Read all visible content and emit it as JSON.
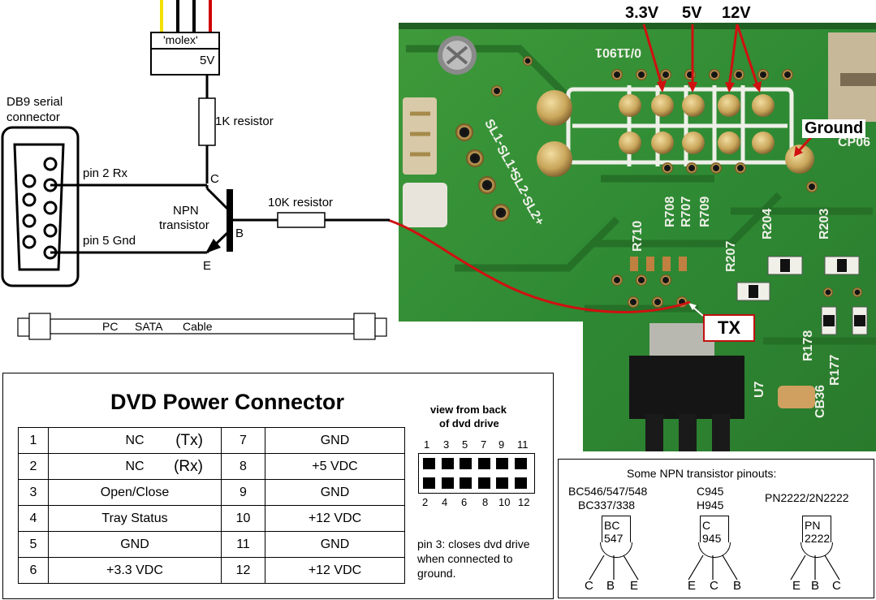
{
  "schematic": {
    "molex_label": "'molex'",
    "molex_5v": "5V",
    "resistor_1k": "1K resistor",
    "db9_title_line1": "DB9 serial",
    "db9_title_line2": "connector",
    "pin2": "pin 2 Rx",
    "pin5": "pin 5 Gnd",
    "collector": "C",
    "base": "B",
    "emitter": "E",
    "npn_line1": "NPN",
    "npn_line2": "transistor",
    "resistor_10k": "10K resistor",
    "cable_pc": "PC",
    "cable_sata": "SATA",
    "cable_cable": "Cable"
  },
  "photo": {
    "v33": "3.3V",
    "v5": "5V",
    "v12": "12V",
    "ground": "Ground",
    "tx": "TX",
    "board_text_top": "0/11901",
    "board_codes": [
      "R709",
      "R707",
      "R708",
      "R710",
      "R204",
      "R203",
      "R207",
      "R178",
      "R177",
      "CB36",
      "U7",
      "SL1-",
      "SL1+",
      "SL2-",
      "SL2+",
      "CP06"
    ]
  },
  "connector": {
    "title": "DVD Power Connector",
    "rows": [
      {
        "p1": "1",
        "d1": "NC",
        "tag": "(Tx)",
        "p2": "7",
        "d2": "GND"
      },
      {
        "p1": "2",
        "d1": "NC",
        "tag": "(Rx)",
        "p2": "8",
        "d2": "+5 VDC"
      },
      {
        "p1": "3",
        "d1": "Open/Close",
        "tag": "",
        "p2": "9",
        "d2": "GND"
      },
      {
        "p1": "4",
        "d1": "Tray Status",
        "tag": "",
        "p2": "10",
        "d2": "+12 VDC"
      },
      {
        "p1": "5",
        "d1": "GND",
        "tag": "",
        "p2": "11",
        "d2": "GND"
      },
      {
        "p1": "6",
        "d1": "+3.3 VDC",
        "tag": "",
        "p2": "12",
        "d2": "+12 VDC"
      }
    ],
    "view_line1": "view from back",
    "view_line2": "of dvd drive",
    "top_pins": [
      "1",
      "3",
      "5",
      "7",
      "9",
      "11"
    ],
    "bottom_pins": [
      "2",
      "4",
      "6",
      "8",
      "10",
      "12"
    ],
    "note_line1": "pin 3: closes dvd drive",
    "note_line2": "when connected to",
    "note_line3": "ground."
  },
  "transistors": {
    "title": "Some NPN transistor pinouts:",
    "items": [
      {
        "name_line1": "BC546/547/548",
        "name_line2": "BC337/338",
        "body_line1": "BC",
        "body_line2": "547",
        "pins": [
          "C",
          "B",
          "E"
        ]
      },
      {
        "name_line1": "C945",
        "name_line2": "H945",
        "body_line1": "C",
        "body_line2": "945",
        "pins": [
          "E",
          "C",
          "B"
        ]
      },
      {
        "name_line1": "PN2222/2N2222",
        "name_line2": "",
        "body_line1": "PN",
        "body_line2": "2222",
        "pins": [
          "E",
          "B",
          "C"
        ]
      }
    ]
  }
}
